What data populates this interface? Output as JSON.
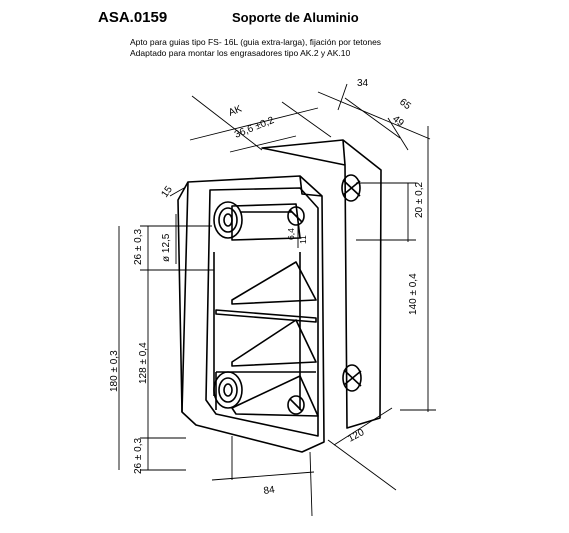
{
  "header": {
    "code": "ASA.0159",
    "title": "Soporte de Aluminio",
    "desc_line1": "Apto para guias tipo FS- 16L (guia extra-larga), fijación por tetones",
    "desc_line2": "Adaptado para montar los engrasadores tipo AK.2 y AK.10"
  },
  "dimensions": {
    "d34": "34",
    "d65": "65",
    "d49": "49",
    "dAK": "AK",
    "d36": "36,6 ±0,2",
    "d15": "15",
    "d20": "20 ± 0,2",
    "d140": "140 ± 0,4",
    "d26top": "26 ± 0,3",
    "d125": "ø 12,5",
    "d64": "6,4",
    "d11": "11",
    "d180": "180 ± 0,3",
    "d128": "128 ± 0,4",
    "d26bot": "26 ± 0,3",
    "d120": "120",
    "d84": "84"
  }
}
